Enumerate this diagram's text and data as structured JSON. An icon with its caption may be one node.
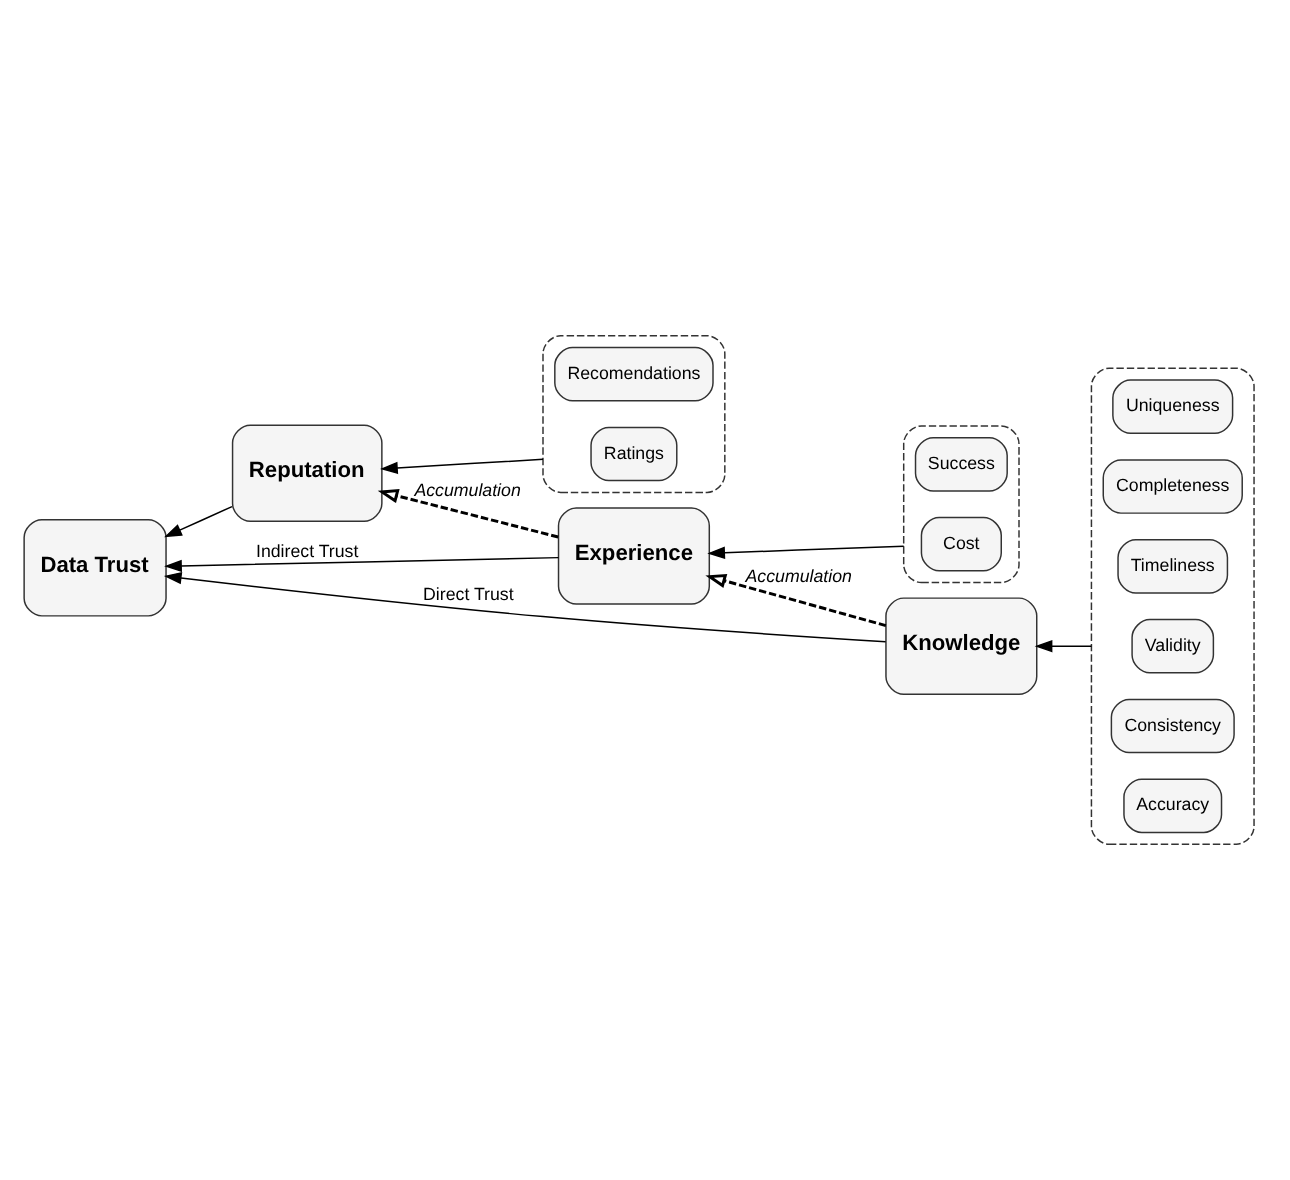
{
  "diagram": {
    "nodes": [
      {
        "text": [
          "Knowledge"
        ]
      },
      {
        "text": [],
        "shape": "box"
      },
      {
        "text": [
          "Uniqueness"
        ],
        "in": 1
      },
      {
        "text": [
          "Completeness"
        ],
        "in": 1
      },
      {
        "text": [
          "Timeliness"
        ],
        "in": 1
      },
      {
        "text": [
          "Validity"
        ],
        "in": 1
      },
      {
        "text": [
          "Consistency"
        ],
        "in": 1
      },
      {
        "text": [
          "Accuracy"
        ],
        "in": 1
      },
      {
        "text": [
          "Data Trust"
        ]
      },
      {
        "text": [
          "Experience"
        ]
      },
      {
        "text": [],
        "shape": "box"
      },
      {
        "text": [
          "Success"
        ],
        "in": 10
      },
      {
        "text": [
          "Cost"
        ],
        "in": 10
      },
      {
        "text": [
          "Reputation"
        ]
      },
      {
        "text": [],
        "shape": "box"
      },
      {
        "text": [
          "Recomendations"
        ],
        "in": 14
      },
      {
        "text": [
          "Ratings"
        ],
        "in": 14
      }
    ],
    "edges": [
      {
        "from": 1,
        "to": 0,
        "arrow": "to"
      },
      {
        "from": 0,
        "to": 8,
        "arrow": "to",
        "label": "Direct Trust"
      },
      {
        "from": 0,
        "to": 9,
        "arrow": "to",
        "label": "Accumulation",
        "style": "dashed"
      },
      {
        "from": 10,
        "to": 9,
        "arrow": "to"
      },
      {
        "from": 9,
        "to": 8,
        "arrow": "to",
        "label": "Indirect Trust"
      },
      {
        "from": 9,
        "to": 13,
        "arrow": "to",
        "label": "Accumulation",
        "style": "dashed"
      },
      {
        "from": 14,
        "to": 13,
        "arrow": "to"
      },
      {
        "from": 13,
        "to": 8,
        "arrow": "to"
      }
    ]
  }
}
